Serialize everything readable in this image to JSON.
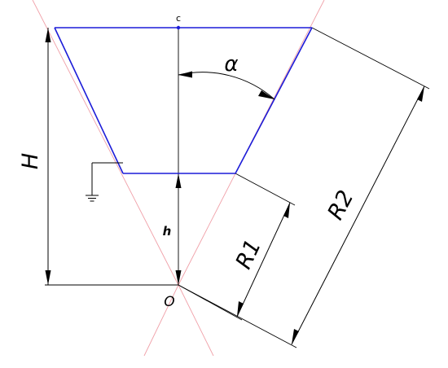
{
  "labels": {
    "center_top": "c",
    "origin": "O",
    "height_total": "H",
    "height_small": "h",
    "angle": "α",
    "radius_inner": "R1",
    "radius_outer": "R2"
  },
  "colors": {
    "cone_outline": "#1c1cd8",
    "construction_line": "#f0a0a8",
    "dimension_line": "#000000",
    "background": "#ffffff"
  },
  "icons": {
    "ground": "ground-symbol-icon"
  }
}
